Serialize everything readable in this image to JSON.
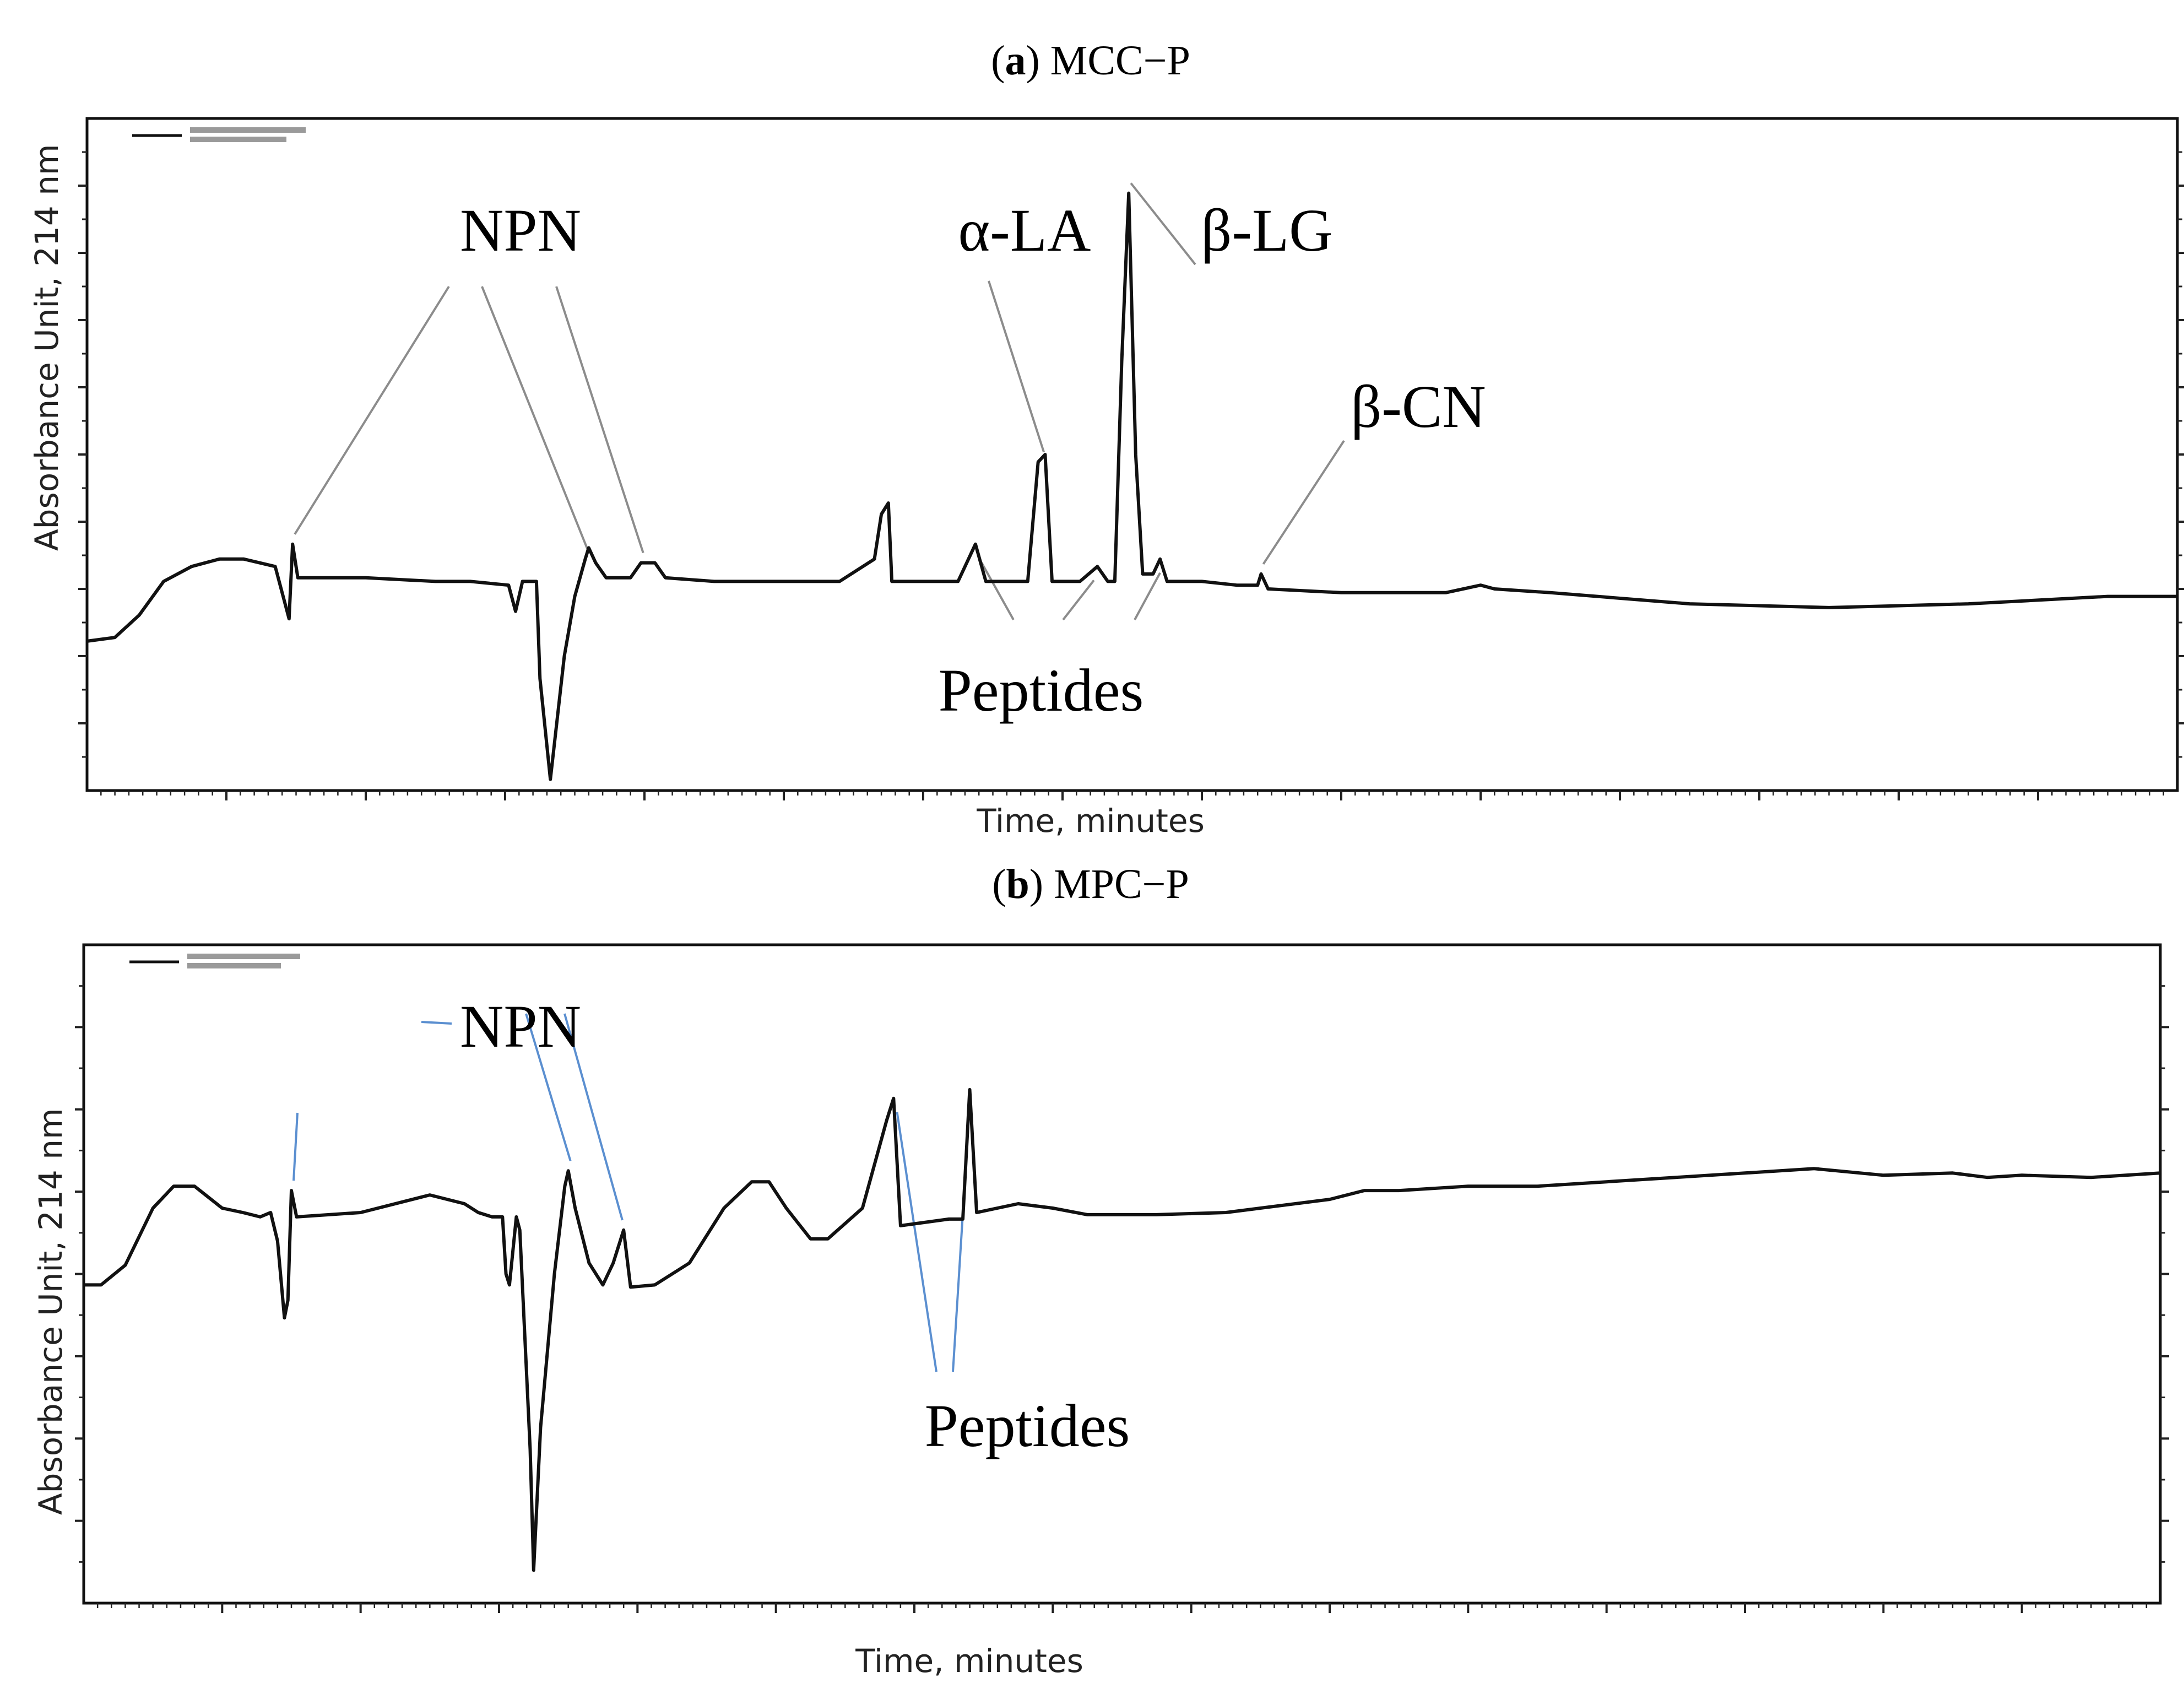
{
  "figure": {
    "panels": [
      {
        "letter": "a",
        "title": "MCC−P"
      },
      {
        "letter": "b",
        "title": "MPC−P"
      }
    ]
  },
  "colors": {
    "trace": "#111111",
    "leader_a": "#8c8c8c",
    "leader_b": "#5b8fd0",
    "axis": "#222222"
  },
  "chart_data": [
    {
      "type": "line",
      "title": "MCC−P",
      "xlabel": "Time, minutes",
      "ylabel": "Absorbance Unit, 214 nm",
      "xlim": [
        0,
        60
      ],
      "ylim": [
        -0.6,
        1.2
      ],
      "x_tick_labels": [],
      "y_tick_labels": [],
      "grid": false,
      "legend": "top-left",
      "legend_text_legible": false,
      "annotations": [
        {
          "text": "NPN",
          "targets_x": [
            5.9,
            14.3,
            15.9
          ]
        },
        {
          "text": "α-LA",
          "targets_x": [
            27.4
          ]
        },
        {
          "text": "β-LG",
          "targets_x": [
            29.9
          ]
        },
        {
          "text": "β-CN",
          "targets_x": [
            33.7
          ]
        },
        {
          "text": "Peptides",
          "targets_x": [
            25.6,
            28.9,
            30.8
          ]
        }
      ],
      "series": [
        {
          "points": [
            [
              0,
              -0.2
            ],
            [
              0.8,
              -0.19
            ],
            [
              1.5,
              -0.13
            ],
            [
              2.2,
              -0.04
            ],
            [
              3,
              0.0
            ],
            [
              3.8,
              0.02
            ],
            [
              4.5,
              0.02
            ],
            [
              5.4,
              0.0
            ],
            [
              5.8,
              -0.14
            ],
            [
              5.9,
              0.06
            ],
            [
              6.05,
              -0.03
            ],
            [
              8,
              -0.03
            ],
            [
              10,
              -0.04
            ],
            [
              11,
              -0.04
            ],
            [
              12.1,
              -0.05
            ],
            [
              12.3,
              -0.12
            ],
            [
              12.5,
              -0.04
            ],
            [
              12.9,
              -0.04
            ],
            [
              13.0,
              -0.3
            ],
            [
              13.3,
              -0.57
            ],
            [
              13.7,
              -0.24
            ],
            [
              14.0,
              -0.08
            ],
            [
              14.3,
              0.02
            ],
            [
              14.4,
              0.05
            ],
            [
              14.6,
              0.01
            ],
            [
              14.9,
              -0.03
            ],
            [
              15.6,
              -0.03
            ],
            [
              15.9,
              0.01
            ],
            [
              16.3,
              0.01
            ],
            [
              16.6,
              -0.03
            ],
            [
              18,
              -0.04
            ],
            [
              20,
              -0.04
            ],
            [
              21.6,
              -0.04
            ],
            [
              22.6,
              0.02
            ],
            [
              22.8,
              0.14
            ],
            [
              23.0,
              0.17
            ],
            [
              23.1,
              -0.04
            ],
            [
              25.0,
              -0.04
            ],
            [
              25.5,
              0.06
            ],
            [
              25.8,
              -0.04
            ],
            [
              27.0,
              -0.04
            ],
            [
              27.3,
              0.28
            ],
            [
              27.5,
              0.3
            ],
            [
              27.7,
              -0.04
            ],
            [
              28.5,
              -0.04
            ],
            [
              29.0,
              0.0
            ],
            [
              29.3,
              -0.04
            ],
            [
              29.5,
              -0.04
            ],
            [
              29.7,
              0.55
            ],
            [
              29.9,
              1.0
            ],
            [
              30.1,
              0.3
            ],
            [
              30.3,
              -0.02
            ],
            [
              30.6,
              -0.02
            ],
            [
              30.8,
              0.02
            ],
            [
              31.0,
              -0.04
            ],
            [
              32,
              -0.04
            ],
            [
              33,
              -0.05
            ],
            [
              33.6,
              -0.05
            ],
            [
              33.7,
              -0.02
            ],
            [
              33.9,
              -0.06
            ],
            [
              36,
              -0.07
            ],
            [
              38,
              -0.07
            ],
            [
              39,
              -0.07
            ],
            [
              40,
              -0.05
            ],
            [
              40.4,
              -0.06
            ],
            [
              42,
              -0.07
            ],
            [
              46,
              -0.1
            ],
            [
              50,
              -0.11
            ],
            [
              54,
              -0.1
            ],
            [
              58,
              -0.08
            ],
            [
              60,
              -0.08
            ]
          ]
        }
      ]
    },
    {
      "type": "line",
      "title": "MPC−P",
      "xlabel": "Time, minutes",
      "ylabel": "Absorbance Unit, 214 nm",
      "xlim": [
        0,
        60
      ],
      "ylim": [
        -1.5,
        1.5
      ],
      "x_tick_labels": [],
      "y_tick_labels": [],
      "grid": false,
      "legend": "top-left",
      "legend_text_legible": false,
      "annotations": [
        {
          "text": "NPN",
          "targets_x": [
            6.0,
            14.0,
            15.5
          ]
        },
        {
          "text": "Peptides",
          "targets_x": [
            23.5,
            25.6
          ]
        }
      ],
      "series": [
        {
          "points": [
            [
              0,
              -0.05
            ],
            [
              0.5,
              -0.05
            ],
            [
              1.2,
              0.04
            ],
            [
              2,
              0.3
            ],
            [
              2.6,
              0.4
            ],
            [
              3.2,
              0.4
            ],
            [
              4,
              0.3
            ],
            [
              4.6,
              0.28
            ],
            [
              5.1,
              0.26
            ],
            [
              5.4,
              0.28
            ],
            [
              5.6,
              0.15
            ],
            [
              5.8,
              -0.2
            ],
            [
              5.9,
              -0.12
            ],
            [
              6.0,
              0.38
            ],
            [
              6.15,
              0.26
            ],
            [
              8,
              0.28
            ],
            [
              10,
              0.36
            ],
            [
              11.0,
              0.32
            ],
            [
              11.4,
              0.28
            ],
            [
              11.8,
              0.26
            ],
            [
              12.1,
              0.26
            ],
            [
              12.2,
              0.0
            ],
            [
              12.3,
              -0.05
            ],
            [
              12.5,
              0.26
            ],
            [
              12.6,
              0.2
            ],
            [
              12.9,
              -0.8
            ],
            [
              13.0,
              -1.35
            ],
            [
              13.2,
              -0.7
            ],
            [
              13.6,
              0.0
            ],
            [
              13.9,
              0.4
            ],
            [
              14.0,
              0.47
            ],
            [
              14.2,
              0.3
            ],
            [
              14.6,
              0.05
            ],
            [
              15.0,
              -0.05
            ],
            [
              15.3,
              0.05
            ],
            [
              15.6,
              0.2
            ],
            [
              15.8,
              -0.06
            ],
            [
              16.5,
              -0.05
            ],
            [
              17.5,
              0.05
            ],
            [
              18.5,
              0.3
            ],
            [
              19.3,
              0.42
            ],
            [
              19.8,
              0.42
            ],
            [
              20.3,
              0.3
            ],
            [
              21.0,
              0.16
            ],
            [
              21.5,
              0.16
            ],
            [
              22.5,
              0.3
            ],
            [
              23.2,
              0.7
            ],
            [
              23.4,
              0.8
            ],
            [
              23.6,
              0.22
            ],
            [
              25.0,
              0.25
            ],
            [
              25.4,
              0.25
            ],
            [
              25.6,
              0.84
            ],
            [
              25.8,
              0.28
            ],
            [
              27,
              0.32
            ],
            [
              28,
              0.3
            ],
            [
              29,
              0.27
            ],
            [
              31,
              0.27
            ],
            [
              33,
              0.28
            ],
            [
              34,
              0.3
            ],
            [
              36,
              0.34
            ],
            [
              37,
              0.38
            ],
            [
              38,
              0.38
            ],
            [
              40,
              0.4
            ],
            [
              42,
              0.4
            ],
            [
              44,
              0.42
            ],
            [
              46,
              0.44
            ],
            [
              48,
              0.46
            ],
            [
              50,
              0.48
            ],
            [
              52,
              0.45
            ],
            [
              54,
              0.46
            ],
            [
              55,
              0.44
            ],
            [
              56,
              0.45
            ],
            [
              58,
              0.44
            ],
            [
              60,
              0.46
            ]
          ]
        }
      ]
    }
  ]
}
